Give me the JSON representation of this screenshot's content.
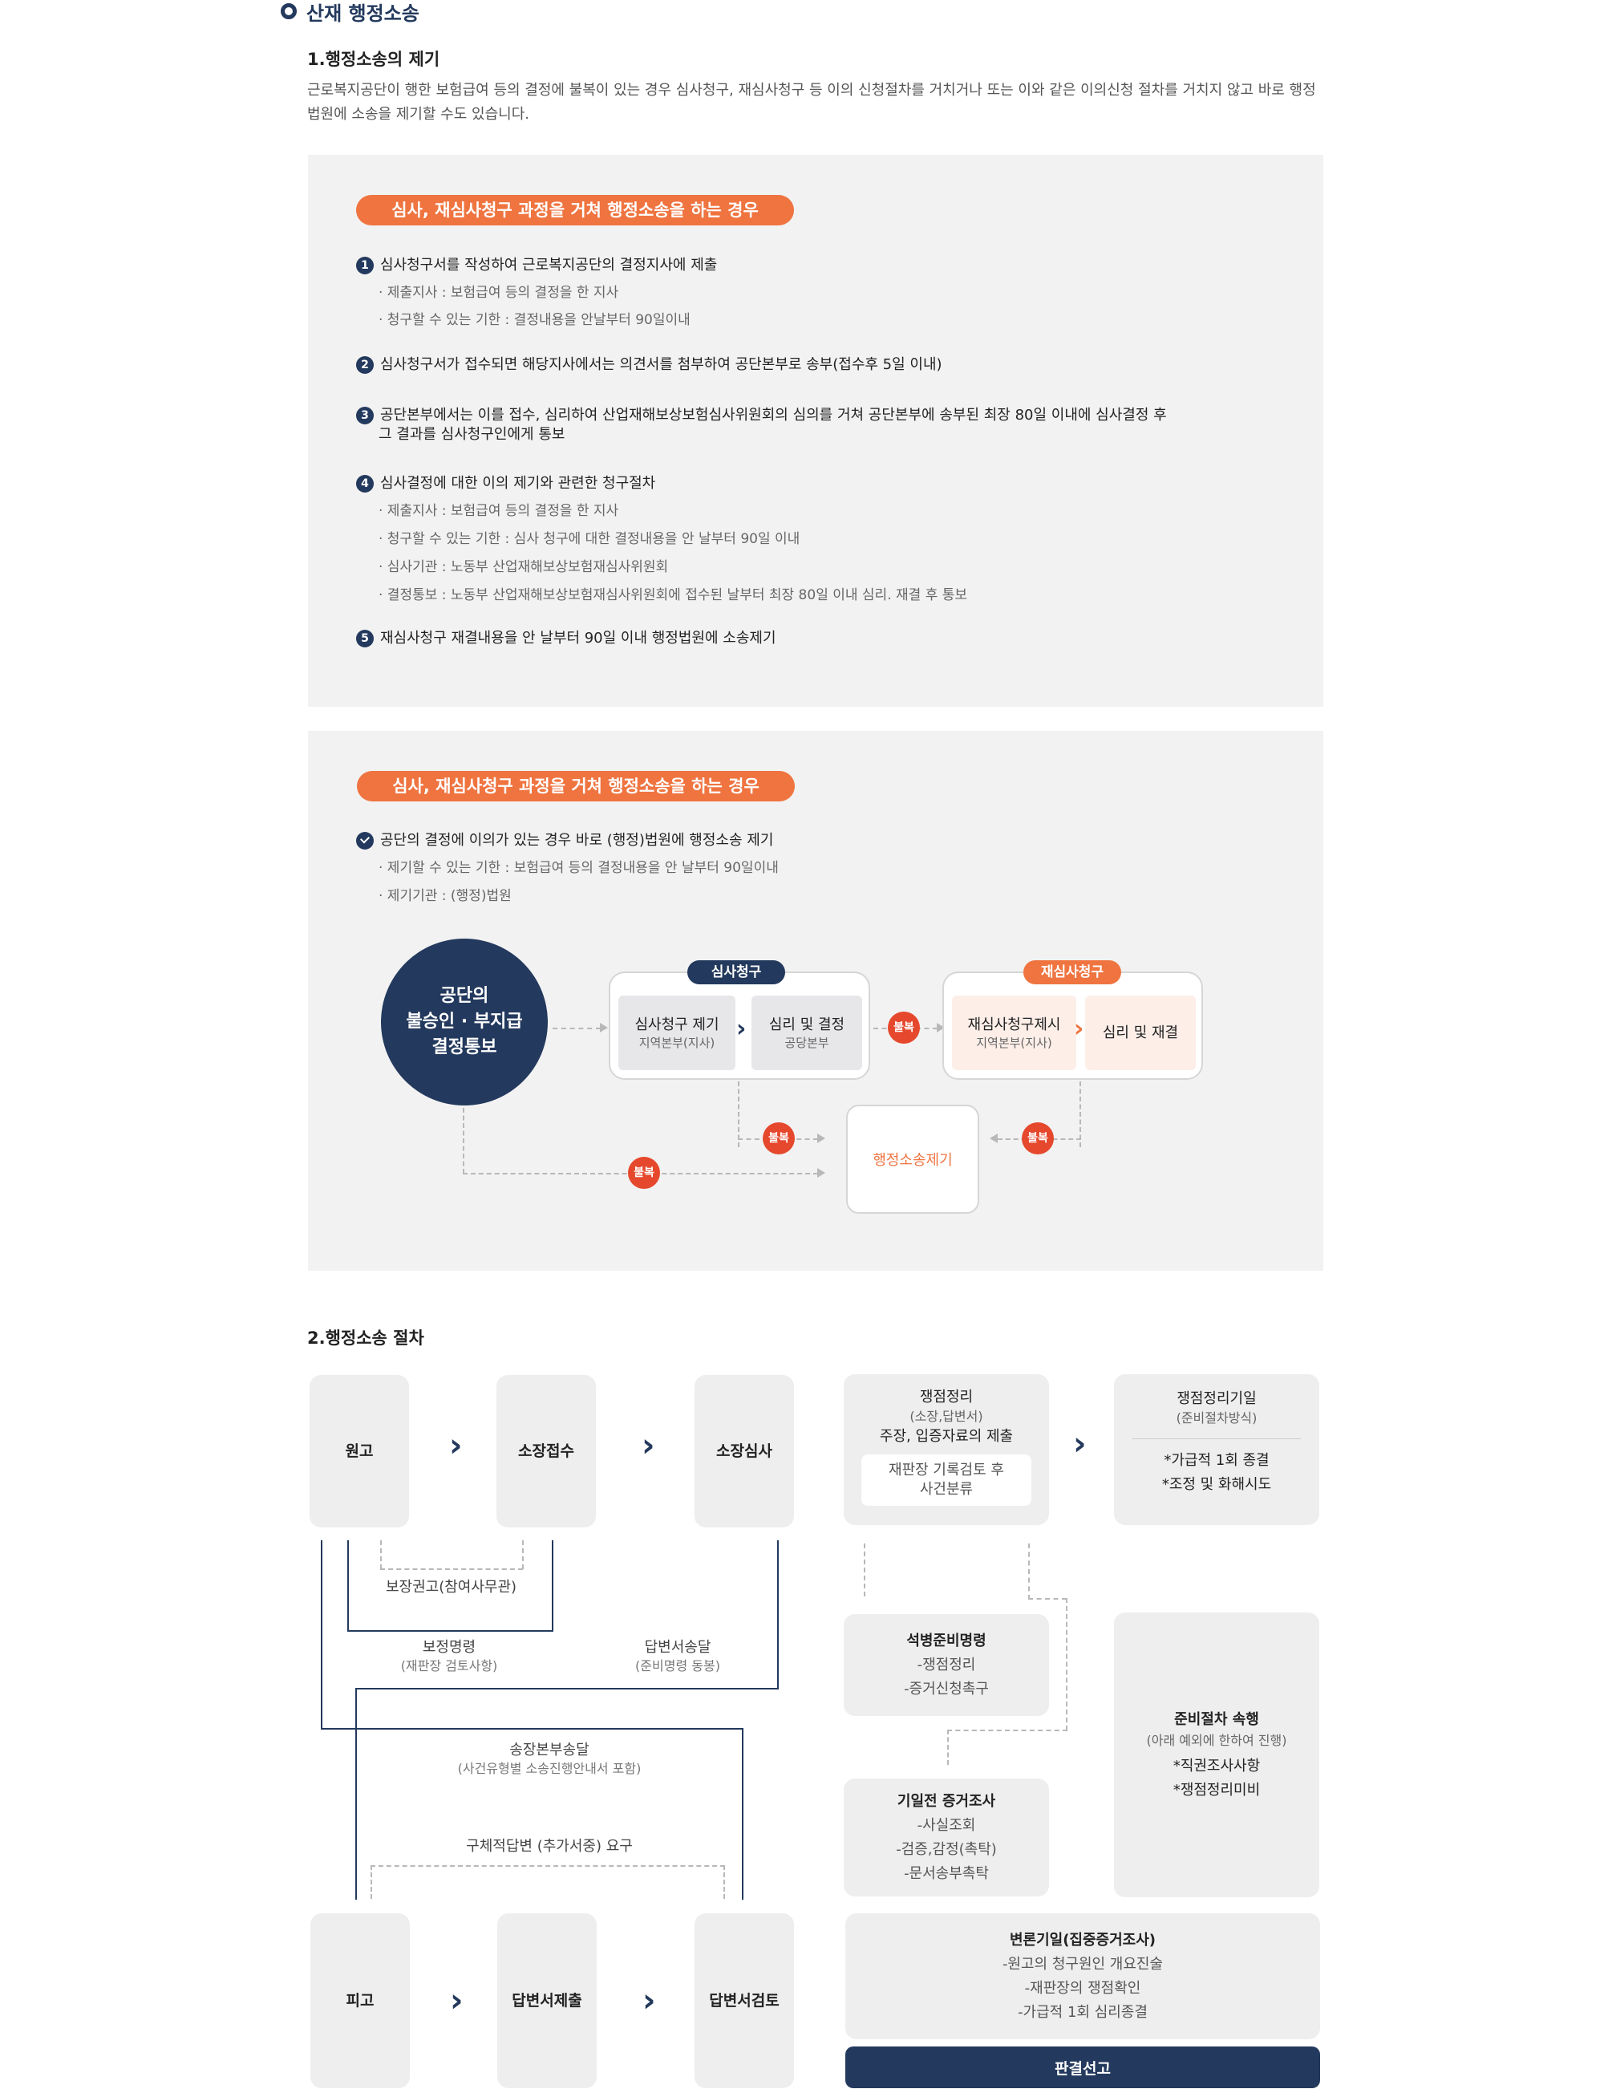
{
  "heading": "산재 행정소송",
  "section1": {
    "title": "1.행정소송의 제기",
    "description": "근로복지공단이 행한 보험급여 등의 결정에 불복이 있는 경우 심사청구, 재심사청구 등 이의 신청절차를 거치거나 또는 이와 같은 이의신청 절차를 거치지 않고 바로 행정법원에 소송을 제기할 수도 있습니다.",
    "panel1": {
      "pill": "심사, 재심사청구 과정을 거쳐 행정소송을 하는 경우",
      "items": [
        {
          "num": "1",
          "text": "심사청구서를 작성하여 근로복지공단의 결정지사에 제출",
          "subs": [
            "· 제출지사 : 보험급여 등의 결정을 한 지사",
            "· 청구할 수 있는 기한 : 결정내용을 안날부터 90일이내"
          ]
        },
        {
          "num": "2",
          "text": "심사청구서가 접수되면 해당지사에서는 의견서를 첨부하여 공단본부로 송부(접수후 5일 이내)",
          "subs": []
        },
        {
          "num": "3",
          "text": "공단본부에서는 이를 접수, 심리하여 산업재해보상보험심사위원회의 심의를 거쳐 공단본부에 송부된 최장 80일 이내에 심사결정 후",
          "text2": "그 결과를 심사청구인에게 통보",
          "subs": []
        },
        {
          "num": "4",
          "text": "심사결정에 대한 이의 제기와 관련한 청구절차",
          "subs": [
            "· 제출지사 : 보험급여 등의 결정을 한 지사",
            "· 청구할 수 있는 기한 : 심사 청구에 대한 결정내용을 안 날부터 90일 이내",
            "· 심사기관 : 노동부 산업재해보상보험재심사위원회",
            "· 결정통보 : 노동부 산업재해보상보험재심사위원회에 접수된 날부터 최장 80일 이내 심리. 재결 후 통보"
          ]
        },
        {
          "num": "5",
          "text": "재심사청구 재결내용을 안 날부터 90일 이내 행정법원에 소송제기",
          "subs": []
        }
      ]
    },
    "panel2": {
      "pill": "심사, 재심사청구 과정을 거쳐 행정소송을 하는 경우",
      "check_text": "공단의 결정에 이의가 있는 경우 바로 (행정)법원에 행정소송 제기",
      "subs": [
        "· 제기할 수 있는 기한 : 보험급여 등의 결정내용을 안 날부터 90일이내",
        "· 제기기관 : (행정)법원"
      ],
      "flow": {
        "circle": [
          "공단의",
          "불승인 · 부지급",
          "결정통보"
        ],
        "group1_tag": "심사청구",
        "g1_box1_main": "심사청구 제기",
        "g1_box1_sub": "지역본부(지사)",
        "g1_box2_main": "심리 및 결정",
        "g1_box2_sub": "공당본부",
        "group2_tag": "재심사청구",
        "g2_box1_main": "재심사청구제시",
        "g2_box1_sub": "지역본부(지사)",
        "g2_box2_main": "심리 및 재결",
        "badge": "불복",
        "lawsuit": "행정소송제기",
        "colors": {
          "navy": "#23395d",
          "orange": "#ef7440",
          "red": "#e5482c"
        }
      }
    }
  },
  "section2": {
    "title": "2.행정소송 절차",
    "plaintiff": "원고",
    "complaint_receipt": "소장접수",
    "complaint_review": "소장심사",
    "defendant": "피고",
    "answer_submit": "답변서제출",
    "answer_review": "답변서검토",
    "label_correction_advice": "보장권고(참여사무관)",
    "label_correction_order": "보정명령",
    "label_correction_order_sub": "(재판장 검토사항)",
    "label_answer_delivery": "답변서송달",
    "label_answer_delivery_sub": "(준비명령 동봉)",
    "label_copy_delivery": "송장본부송달",
    "label_copy_delivery_sub": "(사건유형별 소송진행안내서 포함)",
    "label_specific_answer": "구체적답변 (추가서중) 요구",
    "issue_box": {
      "main": "쟁점정리",
      "sub": "(소장,답변서)",
      "main2": "주장, 입증자료의 제출",
      "inner1": "재판장 기록검토 후",
      "inner2": "사건분류"
    },
    "issue_date": {
      "main": "쟁점정리기일",
      "sub": "(준비절차방식)",
      "items": [
        "*가급적 1회 종결",
        "*조정 및 화해시도"
      ]
    },
    "prep_order": {
      "main": "석병준비명령",
      "items": [
        "-쟁점정리",
        "-증거신청촉구"
      ]
    },
    "prep_continue": {
      "main": "준비절차 속행",
      "sub": "(아래 예외에 한하여 진행)",
      "items": [
        "*직권조사사항",
        "*쟁점정리미비"
      ]
    },
    "pre_evidence": {
      "main": "기일전 증거조사",
      "items": [
        "-사실조회",
        "-검증,감정(촉탁)",
        "-문서송부촉탁"
      ]
    },
    "hearing": {
      "main": "변론기일(집중증거조사)",
      "items": [
        "-원고의 청구원인 개요진술",
        "-재판장의 쟁점확인",
        "-가급적 1회 심리종결"
      ]
    },
    "verdict": "판결선고"
  }
}
